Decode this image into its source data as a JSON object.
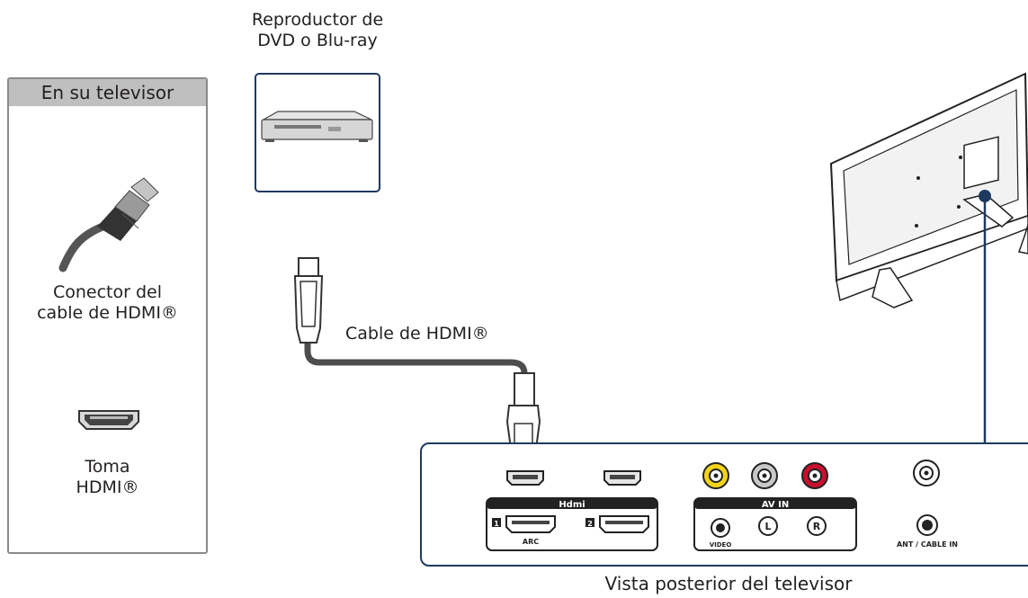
{
  "dvd": {
    "label_line1": "Reproductor de",
    "label_line2": "DVD o Blu-ray"
  },
  "legend": {
    "header": "En su televisor",
    "connector_line1": "Conector del",
    "connector_line2": "cable de HDMI®",
    "jack_line1": "Toma",
    "jack_line2": "HDMI®"
  },
  "cable": {
    "label": "Cable de HDMI®"
  },
  "panel": {
    "caption": "Vista posterior del televisor",
    "hdmi_logo": "Hdmi",
    "hdmi_port1_num": "1",
    "hdmi_port2_num": "2",
    "hdmi_arc": "ARC",
    "av_in": "AV IN",
    "av_video": "VIDEO",
    "av_l": "L",
    "av_r": "R",
    "ant": "ANT / CABLE IN"
  },
  "colors": {
    "navy": "#1e3a5f",
    "legend_header_bg": "#bfbfbf",
    "rca_yellow": "#f3d31a",
    "rca_white": "#c8c8c8",
    "rca_red": "#c8102e",
    "cable_gray": "#4d4d4d"
  }
}
